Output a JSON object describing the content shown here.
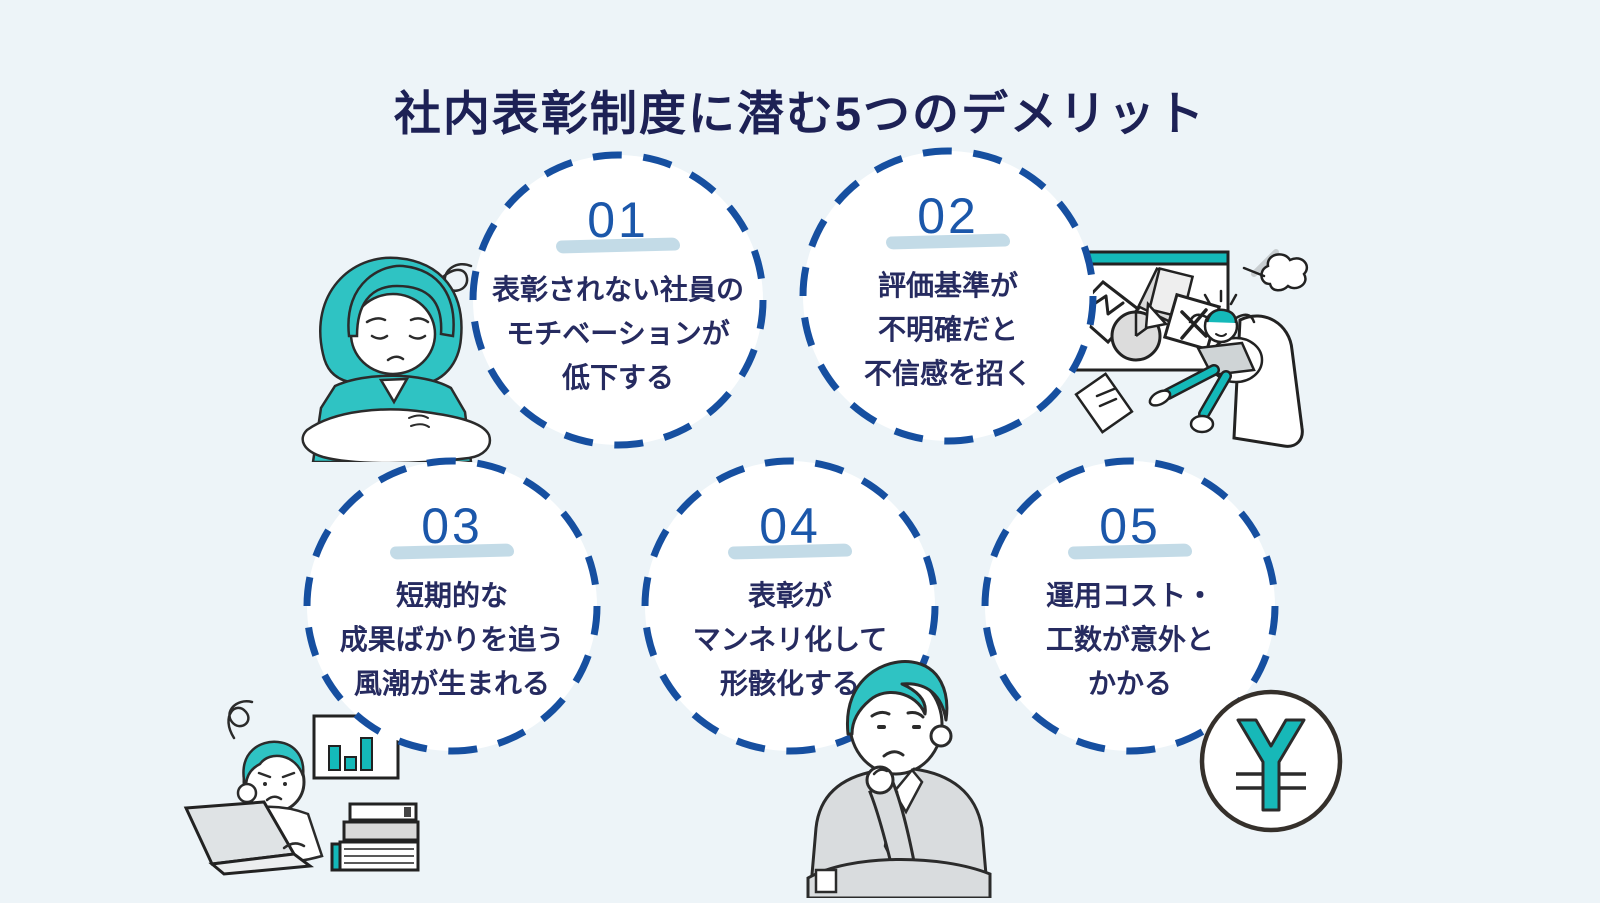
{
  "title": "社内表彰制度に潜む5つのデメリット",
  "items": [
    {
      "number": "01",
      "lines": [
        "表彰されない社員の",
        "モチベーションが",
        "低下する"
      ]
    },
    {
      "number": "02",
      "lines": [
        "評価基準が",
        "不明確だと",
        "不信感を招く"
      ]
    },
    {
      "number": "03",
      "lines": [
        "短期的な",
        "成果ばかりを追う",
        "風潮が生まれる"
      ]
    },
    {
      "number": "04",
      "lines": [
        "表彰が",
        "マンネリ化して",
        "形骸化する"
      ]
    },
    {
      "number": "05",
      "lines": [
        "運用コスト・",
        "工数が意外と",
        "かかる"
      ]
    }
  ],
  "illustrations": [
    {
      "name": "dejected-woman-illustration"
    },
    {
      "name": "frustrated-worker-whiteboard-illustration"
    },
    {
      "name": "stressed-worker-laptop-illustration"
    },
    {
      "name": "thinking-businessman-illustration"
    },
    {
      "name": "yen-coin-icon"
    }
  ],
  "colors": {
    "background": "#edf4f8",
    "title_navy": "#1d2155",
    "body_navy": "#262b60",
    "dash_blue": "#164fa0",
    "number_blue": "#1b57aa",
    "brush_light_blue": "#b9d5e3",
    "accent_teal": "#1cbcbc",
    "illustration_gray": "#d9dcde",
    "outline_dark": "#2b2b2b",
    "circle_fill": "#ffffff"
  }
}
